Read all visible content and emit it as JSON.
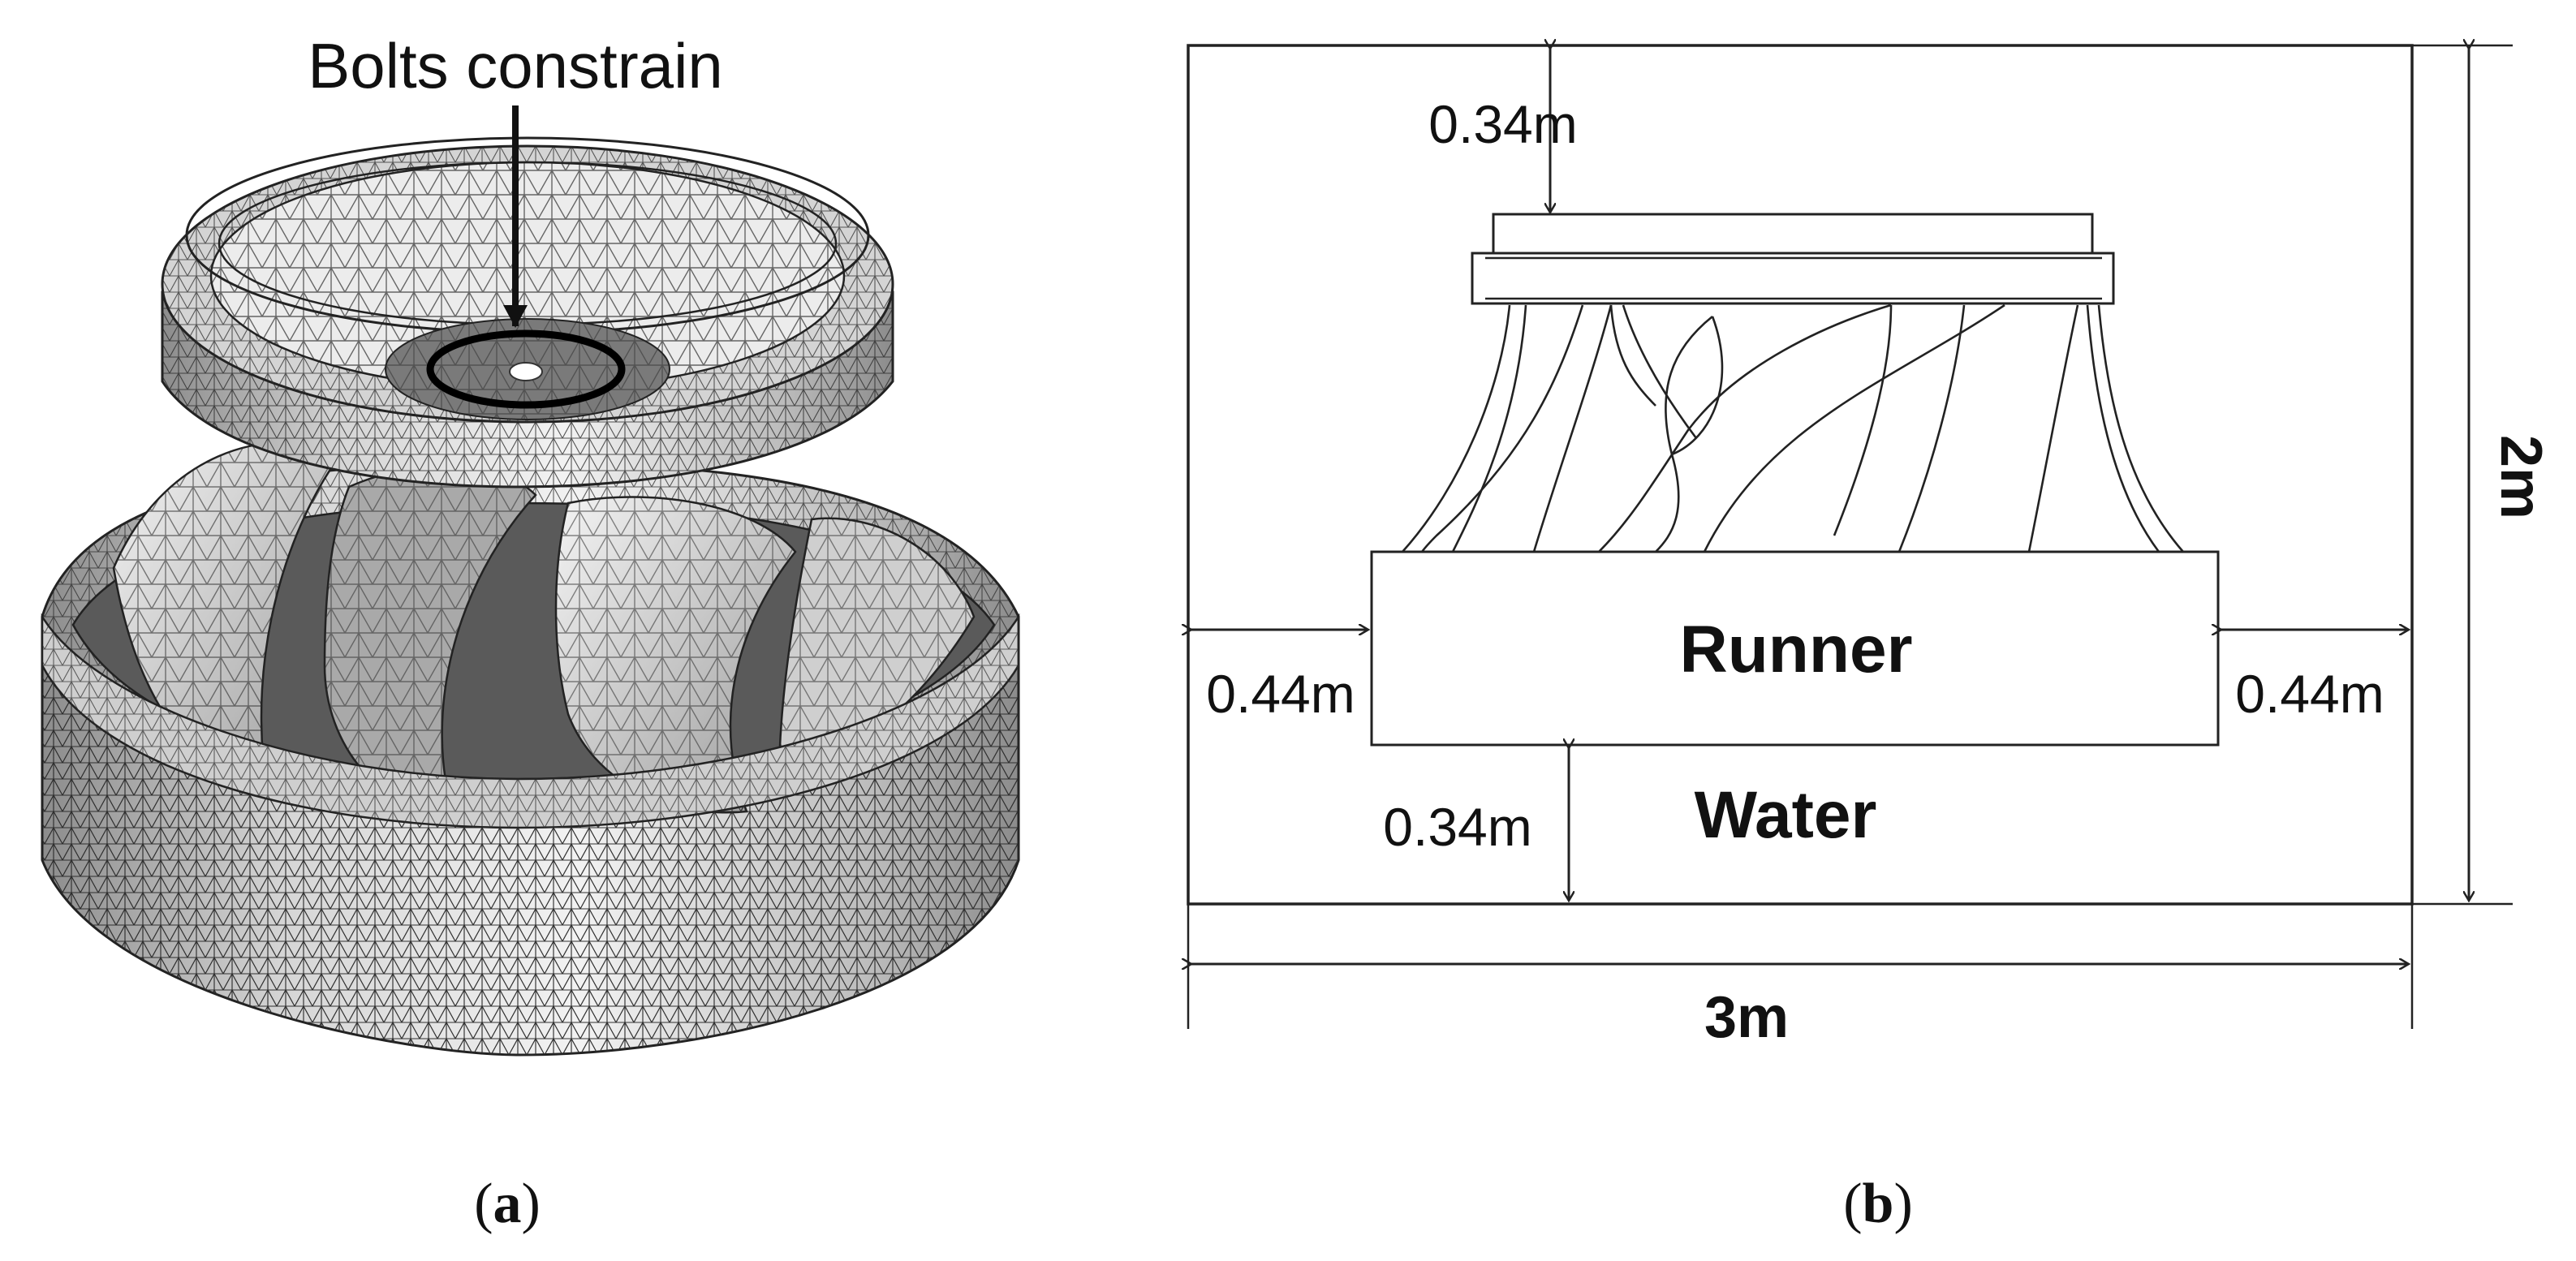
{
  "panel_a": {
    "annotation": "Bolts constrain",
    "caption_letter": "a"
  },
  "panel_b": {
    "top_gap": "0.34m",
    "bottom_gap": "0.34m",
    "left_gap": "0.44m",
    "right_gap": "0.44m",
    "height": "2m",
    "width": "3m",
    "runner_label": "Runner",
    "water_label": "Water",
    "caption_letter": "b"
  },
  "colors": {
    "ink": "#111111",
    "mesh_light": "#e8e8e8",
    "mesh_mid": "#bdbdbd",
    "mesh_dark": "#8a8a8a"
  }
}
